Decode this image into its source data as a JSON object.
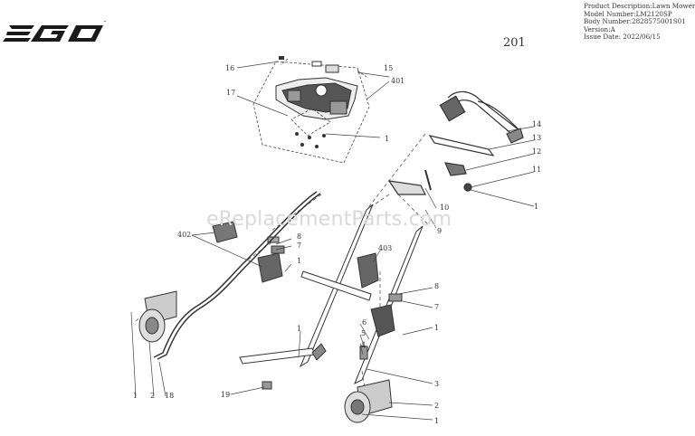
{
  "brand": "EGO",
  "description": {
    "line1": "Product Description:Lawn Mower",
    "line2": "Model Number:LM2120SP",
    "line3": "Body Number:2828575001S01",
    "line4": "Version:A",
    "line5": "Issue Date: 2022/06/15"
  },
  "page_number": "201",
  "watermark": "eReplacementParts.com",
  "callouts": [
    "16",
    "15",
    "401",
    "17",
    "1",
    "14",
    "13",
    "12",
    "11",
    "1",
    "10",
    "9",
    "402",
    "8",
    "7",
    "1",
    "403",
    "8",
    "7",
    "1",
    "6",
    "5",
    "4",
    "1",
    "3",
    "2",
    "1",
    "19",
    "1",
    "2",
    "18"
  ]
}
